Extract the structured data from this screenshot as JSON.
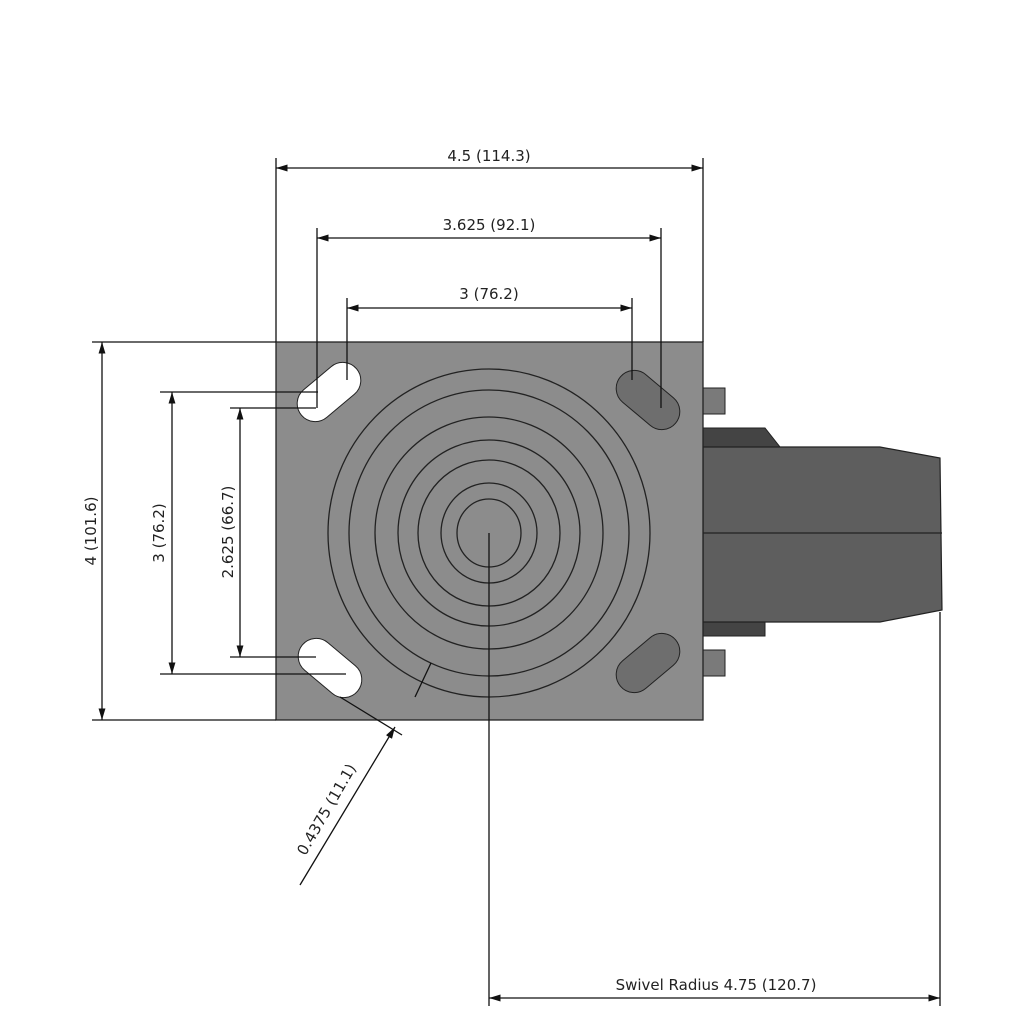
{
  "drawing": {
    "subject": "caster-top-plate-view",
    "dimensions": {
      "plate_width": "4.5 (114.3)",
      "bolt_spacing_outer_x": "3.625 (92.1)",
      "bolt_spacing_inner_x": "3 (76.2)",
      "plate_length": "4 (101.6)",
      "bolt_spacing_outer_y": "3 (76.2)",
      "bolt_spacing_inner_y": "2.625 (66.7)",
      "bolt_hole": "0.4375 (11.1)",
      "swivel_radius": "Swivel Radius 4.75 (120.7)"
    },
    "colors": {
      "plate": "#8c8c8c",
      "wheel": "#5e5e5e",
      "line": "#111111"
    }
  }
}
